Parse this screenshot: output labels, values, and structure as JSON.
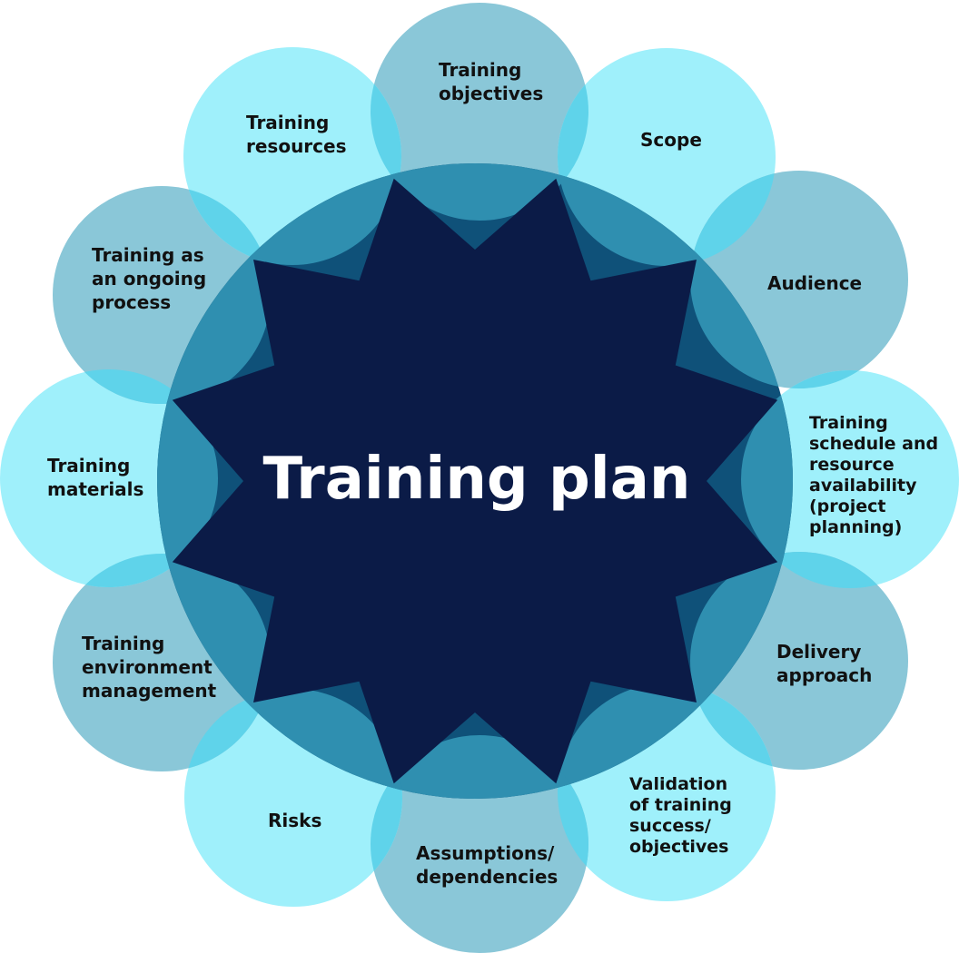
{
  "center": {
    "title": "Training plan"
  },
  "petals": [
    {
      "id": "training-objectives",
      "label": "Training\nobjectives",
      "tone": "dark"
    },
    {
      "id": "scope",
      "label": "Scope",
      "tone": "light"
    },
    {
      "id": "audience",
      "label": "Audience",
      "tone": "dark"
    },
    {
      "id": "training-schedule",
      "label": "Training\nschedule and\nresource\navailability\n(project\nplanning)",
      "tone": "light"
    },
    {
      "id": "delivery-approach",
      "label": "Delivery\napproach",
      "tone": "dark"
    },
    {
      "id": "validation",
      "label": "Validation\nof training\nsuccess/\nobjectives",
      "tone": "light"
    },
    {
      "id": "assumptions",
      "label": "Assumptions/\ndependencies",
      "tone": "dark"
    },
    {
      "id": "risks",
      "label": "Risks",
      "tone": "light"
    },
    {
      "id": "environment-management",
      "label": "Training\nenvironment\nmanagement",
      "tone": "dark"
    },
    {
      "id": "training-materials",
      "label": "Training\nmaterials",
      "tone": "light"
    },
    {
      "id": "ongoing-process",
      "label": "Training as\nan ongoing\nprocess",
      "tone": "dark"
    },
    {
      "id": "training-resources",
      "label": "Training\nresources",
      "tone": "light"
    }
  ],
  "colors": {
    "petal_light": "#9ff0fb",
    "petal_dark": "#8ac7d8",
    "circle_outer": "#0f5179",
    "star": "#0b1b47",
    "overlap_petal_petal": "#5fd3ea",
    "overlap_petal_circle": "#2f8fb0",
    "title_text": "#ffffff"
  }
}
